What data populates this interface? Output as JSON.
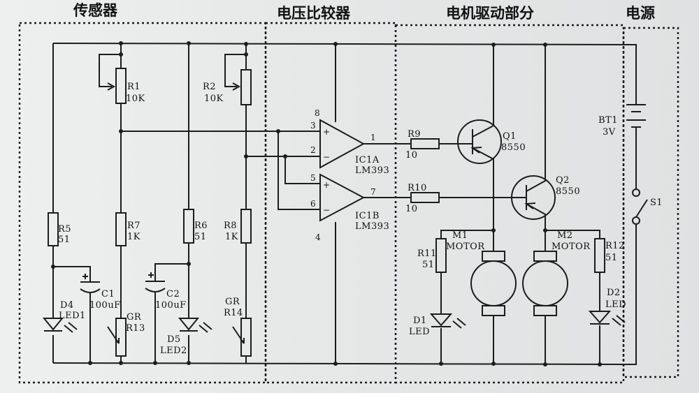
{
  "sections": {
    "sensor": "传感器",
    "comparator": "电压比较器",
    "motor_drive": "电机驱动部分",
    "power": "电源"
  },
  "components": {
    "R1": {
      "ref": "R1",
      "value": "10K"
    },
    "R2": {
      "ref": "R2",
      "value": "10K"
    },
    "R5": {
      "ref": "R5",
      "value": "51"
    },
    "R7": {
      "ref": "R7",
      "value": "1K"
    },
    "R6": {
      "ref": "R6",
      "value": "51"
    },
    "R8": {
      "ref": "R8",
      "value": "1K"
    },
    "C1": {
      "ref": "C1",
      "value": "100uF"
    },
    "C2": {
      "ref": "C2",
      "value": "100uF"
    },
    "D4": {
      "ref": "D4",
      "value": "LED1"
    },
    "D5": {
      "ref": "D5",
      "value": "LED2"
    },
    "R13": {
      "ref": "GR",
      "value": "R13"
    },
    "R14": {
      "ref": "GR",
      "value": "R14"
    },
    "IC1A": {
      "ref": "IC1A",
      "value": "LM393"
    },
    "IC1B": {
      "ref": "IC1B",
      "value": "LM393"
    },
    "R9": {
      "ref": "R9",
      "value": "10"
    },
    "R10": {
      "ref": "R10",
      "value": "10"
    },
    "Q1": {
      "ref": "Q1",
      "value": "8550"
    },
    "Q2": {
      "ref": "Q2",
      "value": "8550"
    },
    "M1": {
      "ref": "M1",
      "value": "MOTOR"
    },
    "M2": {
      "ref": "M2",
      "value": "MOTOR"
    },
    "R11": {
      "ref": "R11",
      "value": "51"
    },
    "R12": {
      "ref": "R12",
      "value": "51"
    },
    "D1": {
      "ref": "D1",
      "value": "LED"
    },
    "D2": {
      "ref": "D2",
      "value": "LED"
    },
    "BT1": {
      "ref": "BT1",
      "value": "3V"
    },
    "S1": {
      "ref": "S1"
    }
  },
  "pins": {
    "p8": "8",
    "p3": "3",
    "p2": "2",
    "p1": "1",
    "p5": "5",
    "p6": "6",
    "p7": "7",
    "p4": "4",
    "plus": "+",
    "minus": "−"
  }
}
